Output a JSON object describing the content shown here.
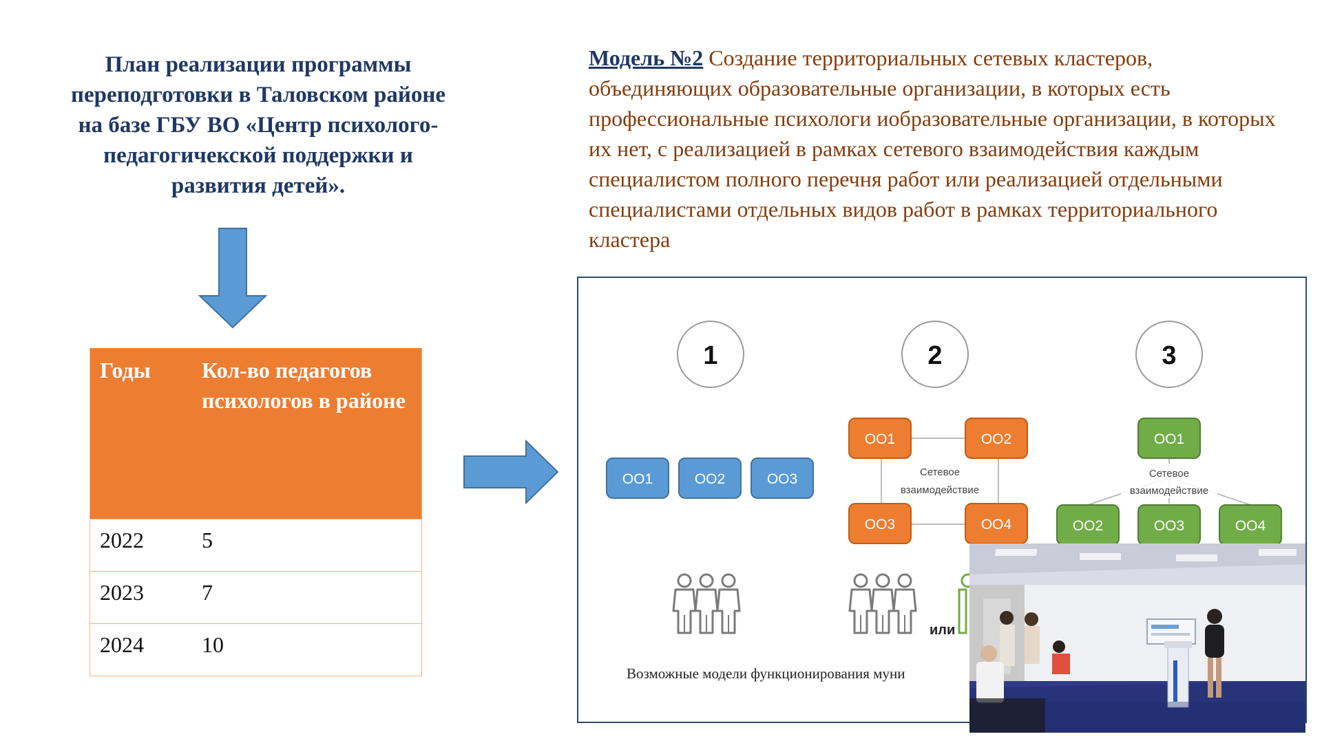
{
  "left_title": "План реализации программы переподготовки в Таловском районе на базе ГБУ ВО «Центр психолого-педагогичекской поддержки и развития детей».",
  "table": {
    "headers": [
      "Годы",
      "Кол-во педагогов психологов в районе"
    ],
    "rows": [
      [
        "2022",
        "5"
      ],
      [
        "2023",
        "7"
      ],
      [
        "2024",
        "10"
      ]
    ],
    "header_color": "#ed7d31"
  },
  "model": {
    "label": "Модель №2",
    "text": " Создание территориальных сетевых кластеров, объединяющих образовательные организации, в которых есть профессиональные психологи иобразовательные организации, в которых их нет, с реализацией в рамках сетевого взаимодействия каждым специалистом полного перечня работ или реализацией отдельными специалистами отдельных видов работ в рамках территориального кластера"
  },
  "diagram": {
    "numbers": [
      "1",
      "2",
      "3"
    ],
    "model1_nodes": [
      "ОО1",
      "ОО2",
      "ОО3"
    ],
    "model2_nodes": [
      "ОО1",
      "ОО2",
      "ОО3",
      "ОО4"
    ],
    "model3_nodes": [
      "ОО1",
      "ОО2",
      "ОО3",
      "ОО4"
    ],
    "network_label_line1": "Сетевое",
    "network_label_line2": "взаимодействие",
    "or_label": "или",
    "caption": "Возможные модели функционирования муни",
    "colors": {
      "blue": "#5b9bd5",
      "orange": "#ed7d31",
      "green": "#70ad47"
    }
  },
  "arrow_color": "#5b9bd5"
}
